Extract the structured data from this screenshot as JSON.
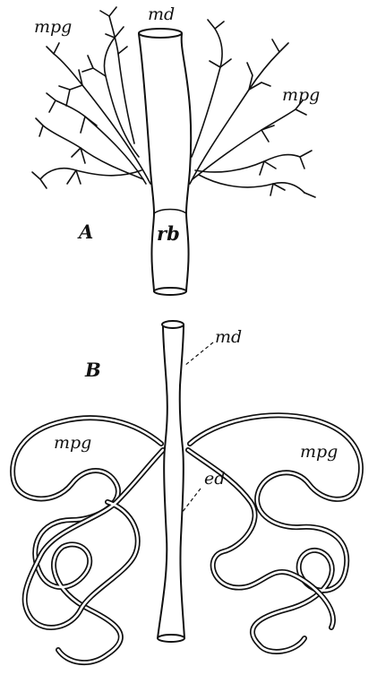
{
  "figure": {
    "panel_a": {
      "letter": "A",
      "labels": {
        "md": "md",
        "mpg_left": "mpg",
        "mpg_right": "mpg",
        "rb": "rb"
      }
    },
    "panel_b": {
      "letter": "B",
      "labels": {
        "md": "md",
        "mpg_left": "mpg",
        "mpg_right": "mpg",
        "ed": "ed"
      }
    }
  }
}
